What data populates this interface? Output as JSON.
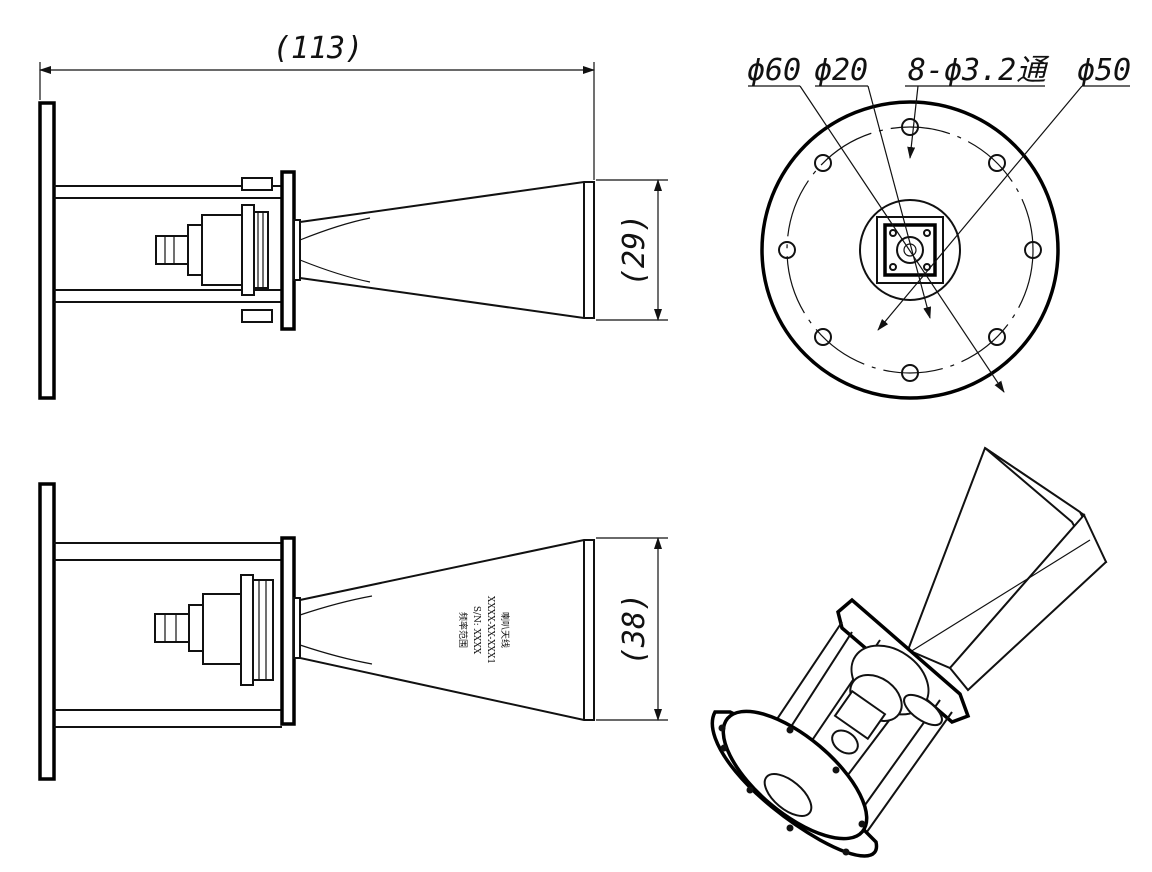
{
  "views": {
    "side_top": {
      "overall_length": "(113)",
      "aperture_height": "(29)"
    },
    "side_bottom": {
      "aperture_height": "(38)",
      "nameplate": [
        "喇叭天线",
        "XXXX-XX-XXX1",
        "S/N: XXXX",
        "频率范围"
      ]
    },
    "front": {
      "dia_outer": "ϕ60",
      "dia_boss": "ϕ20",
      "holes": "8-ϕ3.2通",
      "bolt_circle": "ϕ50"
    }
  },
  "colors": {
    "line": "#111111",
    "background": "#ffffff"
  }
}
